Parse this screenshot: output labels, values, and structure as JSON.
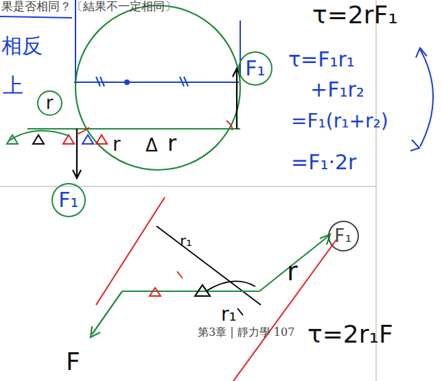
{
  "diagram": {
    "nodes": [
      {
        "text": [
          "F₁"
        ]
      },
      {
        "text": [
          "r"
        ]
      },
      {
        "text": [
          "F₁"
        ]
      },
      {
        "text": [
          "F₁"
        ]
      }
    ],
    "labels": [
      "果是否相同？〔結果不一定相同〕",
      "τ=2rF₁",
      "τ=F₁r₁",
      "+F₁r₂",
      "=F₁(r₁+r₂)",
      "=F₁·2r",
      "相反",
      "上",
      "r",
      "Δ",
      "r",
      "r₁",
      "r",
      "r₁",
      "τ=2r₁F",
      "第3章 | 靜力學 107",
      "F"
    ]
  }
}
